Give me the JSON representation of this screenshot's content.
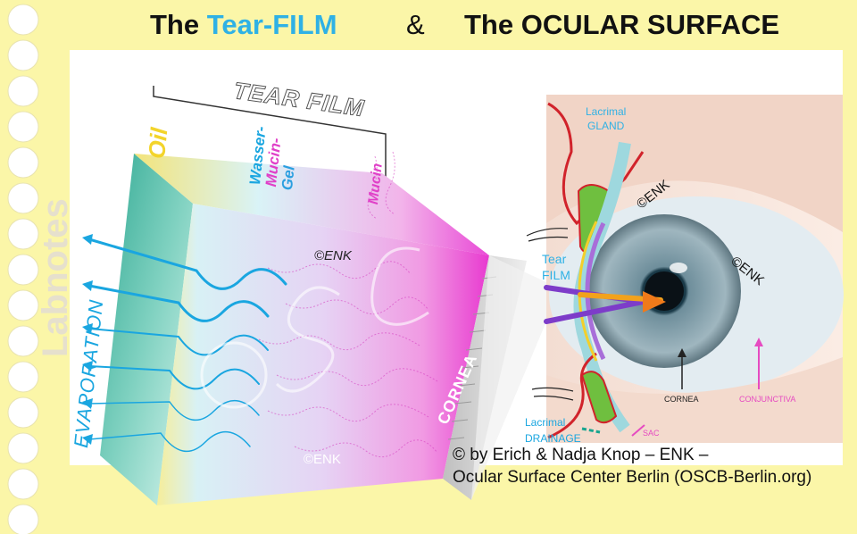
{
  "title": {
    "part1": "The ",
    "highlight": "Tear-FILM",
    "amp": "&",
    "part2": "The OCULAR SURFACE"
  },
  "credit": {
    "line1": "© by Erich & Nadja Knop – ENK –",
    "line2": "Ocular Surface Center Berlin (OSCB-Berlin.org)"
  },
  "watermark": "Labnotes",
  "left_panel": {
    "tear_film": "TEAR FILM",
    "oil": "Oil",
    "gel_1": "Wasser-",
    "gel_2": "Mucin-",
    "gel_3": "Gel",
    "mucin": "Mucin",
    "evaporation": "EVAPORATION",
    "cornea": "CORNEA",
    "copyright_top": "©ENK",
    "copyright_bottom": "©ENK"
  },
  "right_panel": {
    "lacrimal_gland_1": "Lacrimal",
    "lacrimal_gland_2": "GLAND",
    "tear_1": "Tear",
    "tear_2": "FILM",
    "lacrimal_drainage_1": "Lacrimal",
    "lacrimal_drainage_2": "DRAINAGE",
    "sac": "SAC",
    "cornea": "CORNEA",
    "conjunctiva": "CONJUNCTIVA",
    "copyright_1": "©ENK",
    "copyright_2": "©ENK"
  },
  "colors": {
    "accent": "#2fb1e5",
    "background": "#fbf6a8",
    "mucin": "#e040c8",
    "teal": "#3fb9a5"
  }
}
